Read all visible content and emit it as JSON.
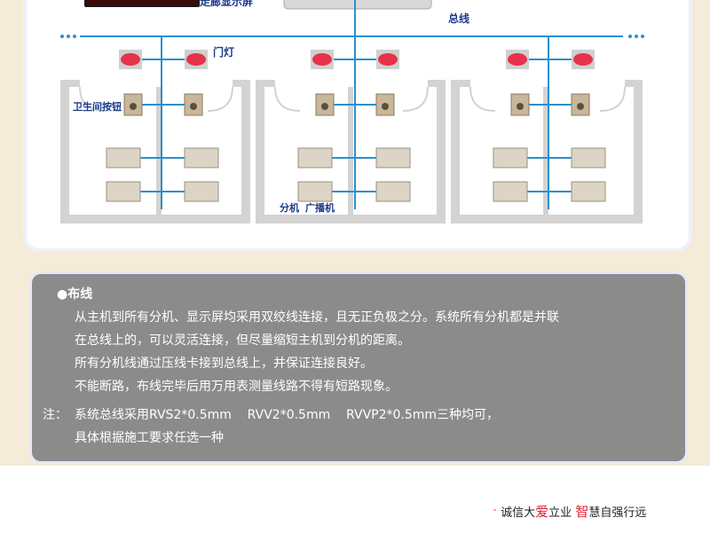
{
  "diagram": {
    "display_label": "走廊显示屏",
    "bus_label": "总线",
    "door_light_label": "门灯",
    "bathroom_button_label": "卫生间按钮",
    "extension_label": "分机",
    "broadcast_label": "广播机"
  },
  "notes": {
    "heading": "布线",
    "lines": [
      "从主机到所有分机、显示屏均采用双绞线连接，且无正负极之分。系统所有分机都是并联",
      "在总线上的，可以灵活连接，但尽量缩短主机到分机的距离。",
      "所有分机线通过压线卡接到总线上，并保证连接良好。",
      "不能断路，布线完毕后用万用表测量线路不得有短路现象。"
    ],
    "note_prefix": "注：",
    "note_line1": "系统总线采用RVS2*0.5mm    RVV2*0.5mm    RVVP2*0.5mm三种均可，",
    "note_line2": "具体根据施工要求任选一种"
  },
  "slogan": {
    "p1": "诚信大",
    "p2": "爱",
    "p3": "立业",
    "p4": "智",
    "p5": "慧自强行远"
  },
  "colors": {
    "bus_line": "#2a8fd0",
    "wall": "#c7c7c7",
    "lamp": "#e8314a",
    "notes_bg": "#8b8b8b",
    "accent_red": "#e0213a"
  }
}
